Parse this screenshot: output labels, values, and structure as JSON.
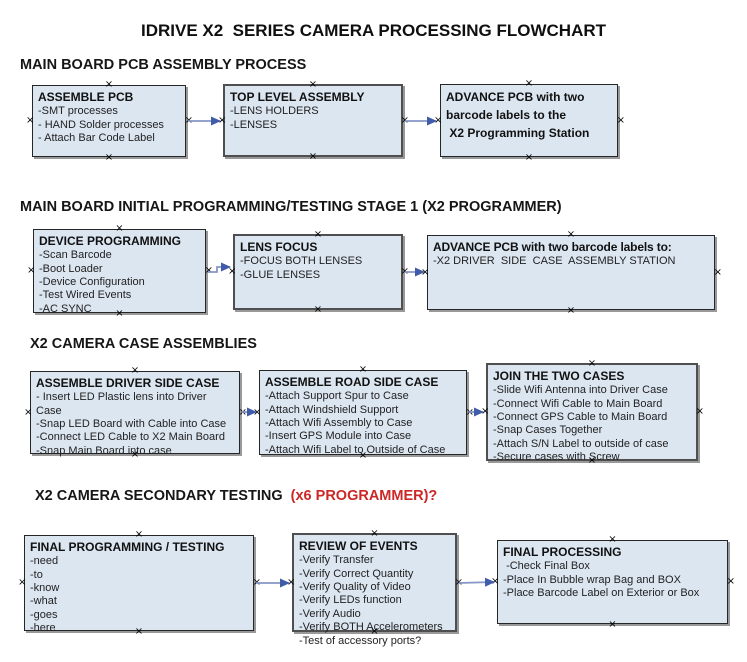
{
  "title": "IDRIVE X2  SERIES CAMERA PROCESSING FLOWCHART",
  "connector_handle": "×",
  "colors": {
    "box_fill": "#dce6f1",
    "box_border": "#262626",
    "box_shadow": "#999999",
    "arrow_line": "#8696c6",
    "arrow_head": "#3f5ba9",
    "red_text": "#cc2727",
    "black_text": "#161616"
  },
  "sections": [
    {
      "heading": "MAIN BOARD PCB ASSEMBLY PROCESS",
      "boxes": [
        {
          "title": "ASSEMBLE PCB",
          "items": [
            "-SMT processes",
            "- HAND Solder processes",
            "- Attach Bar Code Label"
          ]
        },
        {
          "title": "TOP LEVEL ASSEMBLY",
          "items": [
            "-LENS HOLDERS",
            "-LENSES"
          ]
        },
        {
          "title": "ADVANCE PCB with two barcode labels to the\n X2 Programming Station",
          "items": []
        }
      ]
    },
    {
      "heading": "MAIN BOARD INITIAL PROGRAMMING/TESTING STAGE 1 (X2 PROGRAMMER)",
      "boxes": [
        {
          "title": "DEVICE PROGRAMMING",
          "items": [
            "-Scan Barcode",
            "-Boot Loader",
            "-Device Configuration",
            "-Test Wired Events",
            "-AC SYNC"
          ]
        },
        {
          "title": "LENS FOCUS",
          "items": [
            "-FOCUS BOTH LENSES",
            "-GLUE LENSES"
          ]
        },
        {
          "title": "ADVANCE PCB with two barcode labels to:",
          "items": [
            "-X2 DRIVER  SIDE  CASE  ASSEMBLY STATION"
          ]
        }
      ]
    },
    {
      "heading": "X2 CAMERA CASE ASSEMBLIES",
      "boxes": [
        {
          "title": "ASSEMBLE DRIVER SIDE CASE",
          "items": [
            "- Insert LED Plastic lens into Driver Case",
            "-Snap LED Board with Cable into Case",
            "-Connect LED Cable to X2 Main Board",
            "-Snap Main Board into case"
          ]
        },
        {
          "title": "ASSEMBLE ROAD SIDE CASE",
          "items": [
            "-Attach Support Spur to Case",
            "-Attach Windshield Support",
            "-Attach Wifi Assembly to Case",
            "-Insert GPS Module into Case",
            "-Attach Wifi Label to Outside of Case"
          ]
        },
        {
          "title": "JOIN THE TWO CASES",
          "items": [
            "-Slide Wifi Antenna into Driver Case",
            "-Connect Wifi Cable to Main Board",
            "-Connect GPS Cable to Main Board",
            "-Snap Cases Together",
            "-Attach S/N Label to outside of case",
            "-Secure cases with Screw"
          ]
        }
      ]
    },
    {
      "heading": "X2 CAMERA SECONDARY TESTING",
      "heading_red": "  (x6 PROGRAMMER)?",
      "boxes": [
        {
          "title": "FINAL PROGRAMMING / TESTING",
          "items": [
            "-need",
            "-to",
            "-know",
            "-what",
            "-goes",
            "-here"
          ]
        },
        {
          "title": "REVIEW OF EVENTS",
          "items": [
            "-Verify Transfer",
            "-Verify Correct Quantity",
            "-Verify Quality of Video",
            "-Verify LEDs function",
            "-Verify Audio",
            "-Verify BOTH Accelerometers",
            "-Test of accessory ports?"
          ]
        },
        {
          "title": "FINAL PROCESSING",
          "items": [
            " -Check Final Box",
            "-Place In Bubble wrap Bag and BOX",
            "-Place Barcode Label on Exterior or Box"
          ]
        }
      ]
    }
  ]
}
